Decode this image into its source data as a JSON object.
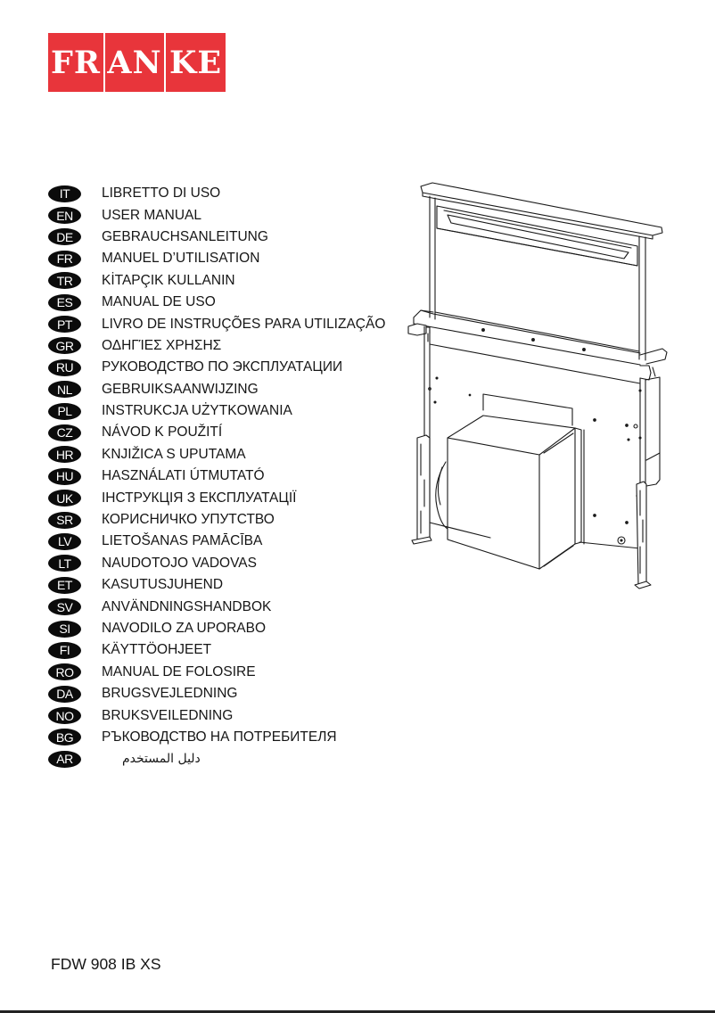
{
  "brand": {
    "name": "FRANKE",
    "blocks": [
      "FR",
      "AN",
      "KE"
    ],
    "color": "#e8353b"
  },
  "languages": [
    {
      "code": "IT",
      "label": "LIBRETTO DI USO"
    },
    {
      "code": "EN",
      "label": "USER MANUAL"
    },
    {
      "code": "DE",
      "label": "GEBRAUCHSANLEITUNG"
    },
    {
      "code": "FR",
      "label": "MANUEL D’UTILISATION"
    },
    {
      "code": "TR",
      "label": "KİTAPÇIK KULLANIN"
    },
    {
      "code": "ES",
      "label": "MANUAL DE USO"
    },
    {
      "code": "PT",
      "label": "LIVRO DE INSTRUÇÕES PARA UTILIZAÇÃO"
    },
    {
      "code": "GR",
      "label": "ΟΔΗΓΊΕΣ ΧΡΗΣΗΣ"
    },
    {
      "code": "RU",
      "label": "РУКОВОДСТВО ПО ЭКСПЛУАТАЦИИ"
    },
    {
      "code": "NL",
      "label": "GEBRUIKSAANWIJZING"
    },
    {
      "code": "PL",
      "label": "INSTRUKCJA UŻYTKOWANIA"
    },
    {
      "code": "CZ",
      "label": "NÁVOD K POUŽITÍ"
    },
    {
      "code": "HR",
      "label": "KNJIŽICA S UPUTAMA"
    },
    {
      "code": "HU",
      "label": "HASZNÁLATI ÚTMUTATÓ"
    },
    {
      "code": "UK",
      "label": "ІНСТРУКЦІЯ З ЕКСПЛУАТАЦІЇ"
    },
    {
      "code": "SR",
      "label": "КОРИСНИЧКО УПУТСТВО"
    },
    {
      "code": "LV",
      "label": "LIETOŠANAS PAMĀCĪBA"
    },
    {
      "code": "LT",
      "label": "NAUDOTOJO VADOVAS"
    },
    {
      "code": "ET",
      "label": "KASUTUSJUHEND"
    },
    {
      "code": "SV",
      "label": "ANVÄNDNINGSHANDBOK"
    },
    {
      "code": "SI",
      "label": "NAVODILO ZA UPORABO"
    },
    {
      "code": "FI",
      "label": "KÄYTTÖOHJEET"
    },
    {
      "code": "RO",
      "label": "MANUAL DE FOLOSIRE"
    },
    {
      "code": "DA",
      "label": "BRUGSVEJLEDNING"
    },
    {
      "code": "NO",
      "label": "BRUKSVEILEDNING"
    },
    {
      "code": "BG",
      "label": "РЪКОВОДСТВО НА ПОТРЕБИТЕЛЯ"
    },
    {
      "code": "AR",
      "label": "دليل المستخدم"
    }
  ],
  "illustration": {
    "subject": "downdraft-hood-line-drawing"
  },
  "model": "FDW 908 IB XS"
}
